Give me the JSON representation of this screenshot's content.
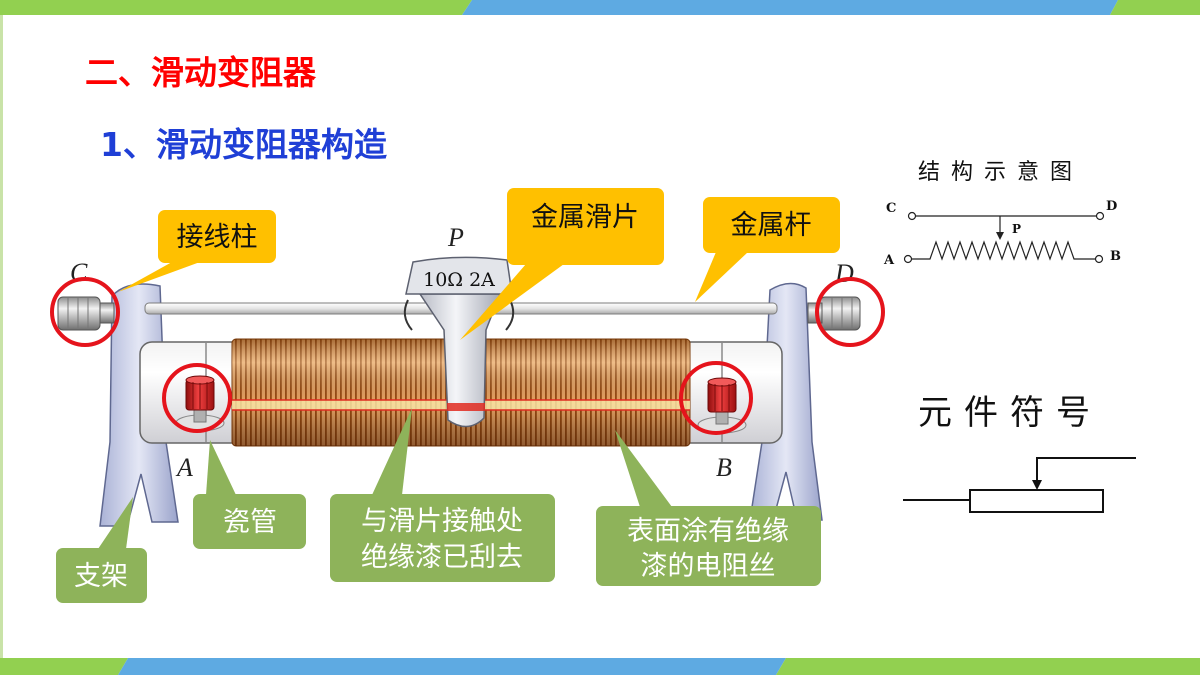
{
  "slide": {
    "heading": "二、滑动变阻器",
    "subheading": "1、滑动变阻器构造"
  },
  "diagram": {
    "terminal_letters": {
      "c": "C",
      "d": "D",
      "p": "P",
      "a": "A",
      "b": "B"
    },
    "rating": "10Ω 2A",
    "callouts": {
      "terminal": "接线柱",
      "slider": "金属滑片",
      "rod": "金属杆",
      "tube": "瓷管",
      "contact": [
        "与滑片接触处",
        "绝缘漆已刮去"
      ],
      "wire": [
        "表面涂有绝缘",
        "漆的电阻丝"
      ],
      "stand": "支架"
    }
  },
  "schematic": {
    "title": "结构示意图",
    "labels": {
      "c": "C",
      "d": "D",
      "p": "P",
      "a": "A",
      "b": "B"
    }
  },
  "symbol": {
    "title": "元件符号"
  },
  "colors": {
    "heading": "#FF0000",
    "subheading": "#1F3FD6",
    "callout_yellow": "#FFC000",
    "callout_green": "#8EB35A",
    "highlight_circle": "#E5141C",
    "band_green": "#92D050",
    "band_blue": "#5EAAE2"
  }
}
